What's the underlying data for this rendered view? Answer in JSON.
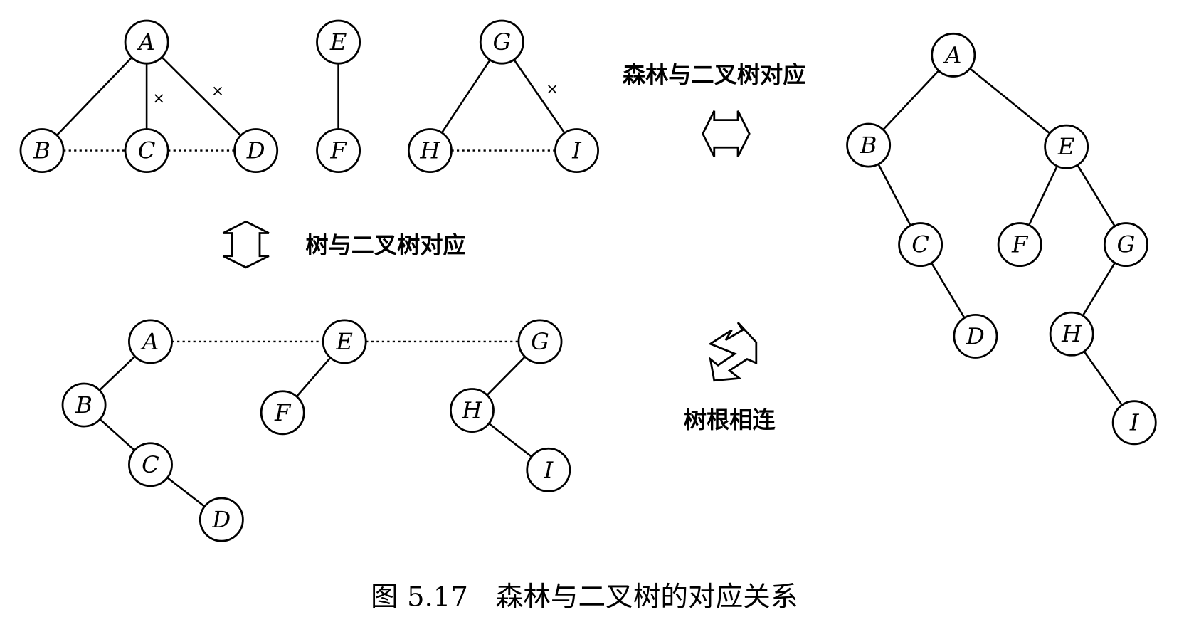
{
  "forest": {
    "trees": [
      {
        "nodes": [
          "A",
          "B",
          "C",
          "D"
        ]
      },
      {
        "nodes": [
          "E",
          "F"
        ]
      },
      {
        "nodes": [
          "G",
          "H",
          "I"
        ]
      }
    ],
    "removed_edge_mark": "×"
  },
  "labels": {
    "tree_to_binary": "树与二叉树对应",
    "forest_to_binary": "森林与二叉树对应",
    "connect_roots": "树根相连"
  },
  "binary_tree": {
    "nodes": [
      "A",
      "B",
      "E",
      "C",
      "F",
      "G",
      "D",
      "H",
      "I"
    ],
    "edges": [
      [
        "A",
        "B"
      ],
      [
        "A",
        "E"
      ],
      [
        "B",
        "C"
      ],
      [
        "C",
        "D"
      ],
      [
        "E",
        "F"
      ],
      [
        "E",
        "G"
      ],
      [
        "G",
        "H"
      ],
      [
        "H",
        "I"
      ]
    ]
  },
  "caption": "图 5.17　森林与二叉树的对应关系"
}
